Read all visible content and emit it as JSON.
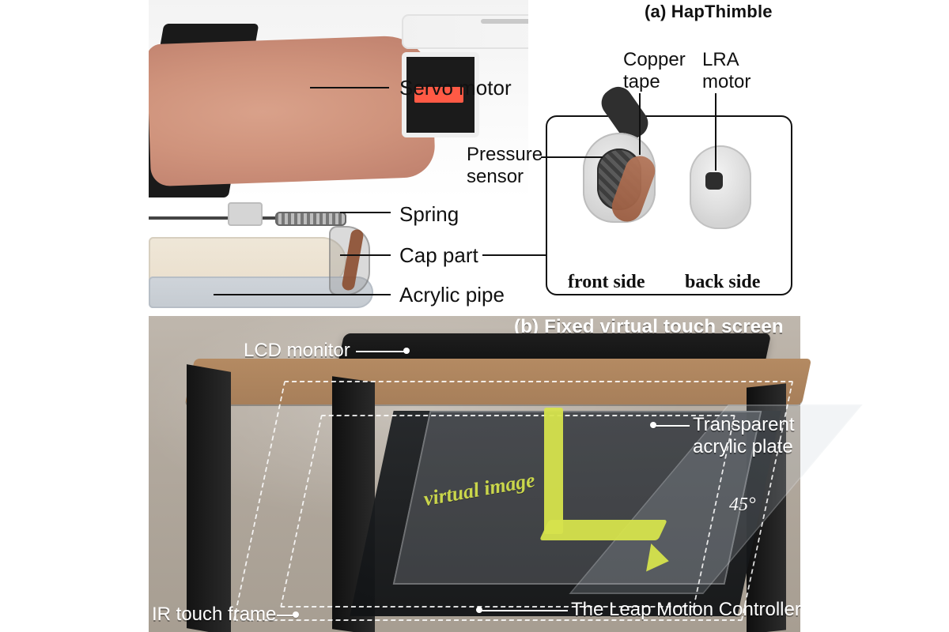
{
  "figure": {
    "title_a": "(a) HapThimble",
    "title_b": "(b) Fixed virtual touch screen"
  },
  "panel_a": {
    "labels": {
      "servo_motor": "Servo motor",
      "spring": "Spring",
      "cap_part": "Cap part",
      "acrylic_pipe": "Acrylic pipe",
      "copper_tape_line1": "Copper",
      "copper_tape_line2": "tape",
      "lra_motor_line1": "LRA",
      "lra_motor_line2": "motor",
      "pressure_sensor_line1": "Pressure",
      "pressure_sensor_line2": "sensor",
      "front_side": "front side",
      "back_side": "back side"
    }
  },
  "panel_b": {
    "labels": {
      "lcd_monitor": "LCD monitor",
      "transparent_acrylic_plate_line1": "Transparent",
      "transparent_acrylic_plate_line2": "acrylic plate",
      "virtual_image": "virtual image",
      "angle": "45°",
      "ir_touch_frame": "IR touch frame",
      "leap_motion_controller": "The Leap Motion Controller"
    }
  }
}
